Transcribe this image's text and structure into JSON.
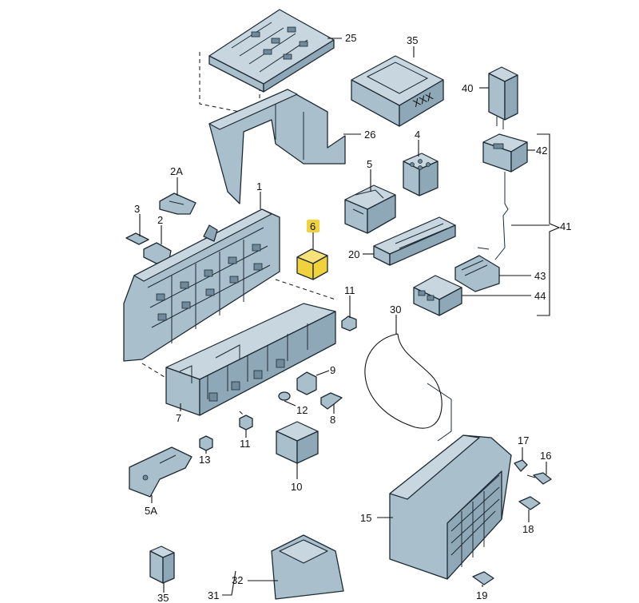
{
  "diagram": {
    "highlight_color": "#f2d23c",
    "part_color": "#a9bfcc",
    "highlighted_part": "6",
    "labels": {
      "p25": "25",
      "p35a": "35",
      "p40": "40",
      "p26": "26",
      "p4": "4",
      "p42": "42",
      "p2a": "2A",
      "p1": "1",
      "p5": "5",
      "p41": "41",
      "p3": "3",
      "p2": "2",
      "p6": "6",
      "p20": "20",
      "p43": "43",
      "p11a": "11",
      "p44": "44",
      "p30": "30",
      "p9": "9",
      "p12": "12",
      "p7": "7",
      "p8": "8",
      "p17": "17",
      "p11b": "11",
      "p13": "13",
      "p16": "16",
      "p5a": "5A",
      "p10": "10",
      "p15": "15",
      "p18": "18",
      "p32": "32",
      "p35b": "35",
      "p31": "31",
      "p19": "19",
      "xxx": "XXX"
    }
  }
}
